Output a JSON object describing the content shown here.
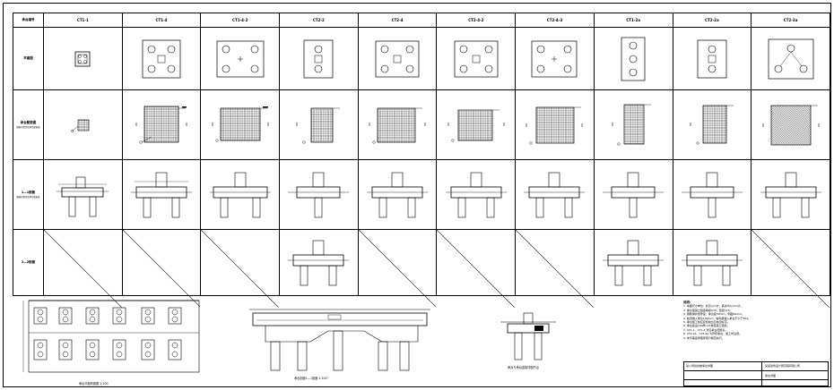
{
  "table": {
    "corner_label": "承台编号",
    "columns": [
      "CT1-1",
      "CT1-4",
      "CT1-4-2",
      "CT2-2",
      "CT2-4",
      "CT2-4-2",
      "CT2-4-3",
      "CT1-2a",
      "CT2-2a",
      "CT2-3a"
    ],
    "row_labels": [
      "平面图",
      "承台配筋图",
      "1—1剖面",
      "2—2剖面"
    ],
    "row_sublabels": [
      "",
      "钢筋布置详见承台配筋表",
      "钢筋布置详见承台配筋表",
      ""
    ]
  },
  "drawings": {
    "plan_caption": "承台平面布置图  1:100",
    "section_caption": "承台剖面1—1剖面  1:100",
    "detail_caption": "承台与承台连接详图节点"
  },
  "notes": {
    "title": "说明：",
    "lines": [
      "1. 本图尺寸单位：标高以m计，其余均以mm计。",
      "2. 承台混凝土强度等级C30，垫层C15。",
      "3. 钢筋保护层厚度：承台底50mm，侧面40mm。",
      "4. 桩顶嵌入承台100mm，桩纵筋锚入承台不小于35d。",
      "5. 承台施工前应复核桩位及桩顶标高。",
      "6. 承台底设100厚C15素混凝土垫层。",
      "7. CT1-1、CT1-4 详见承台配筋表。",
      "8. CT2-2a、CT2-3a 为异形承台，施工时注意。",
      "9. 未尽事宜按国家现行规范执行。"
    ]
  },
  "titleblock": {
    "project": "某公司综合楼承台详图",
    "drawing_name": "承台详图",
    "company": "某某建筑设计研究院有限公司"
  }
}
